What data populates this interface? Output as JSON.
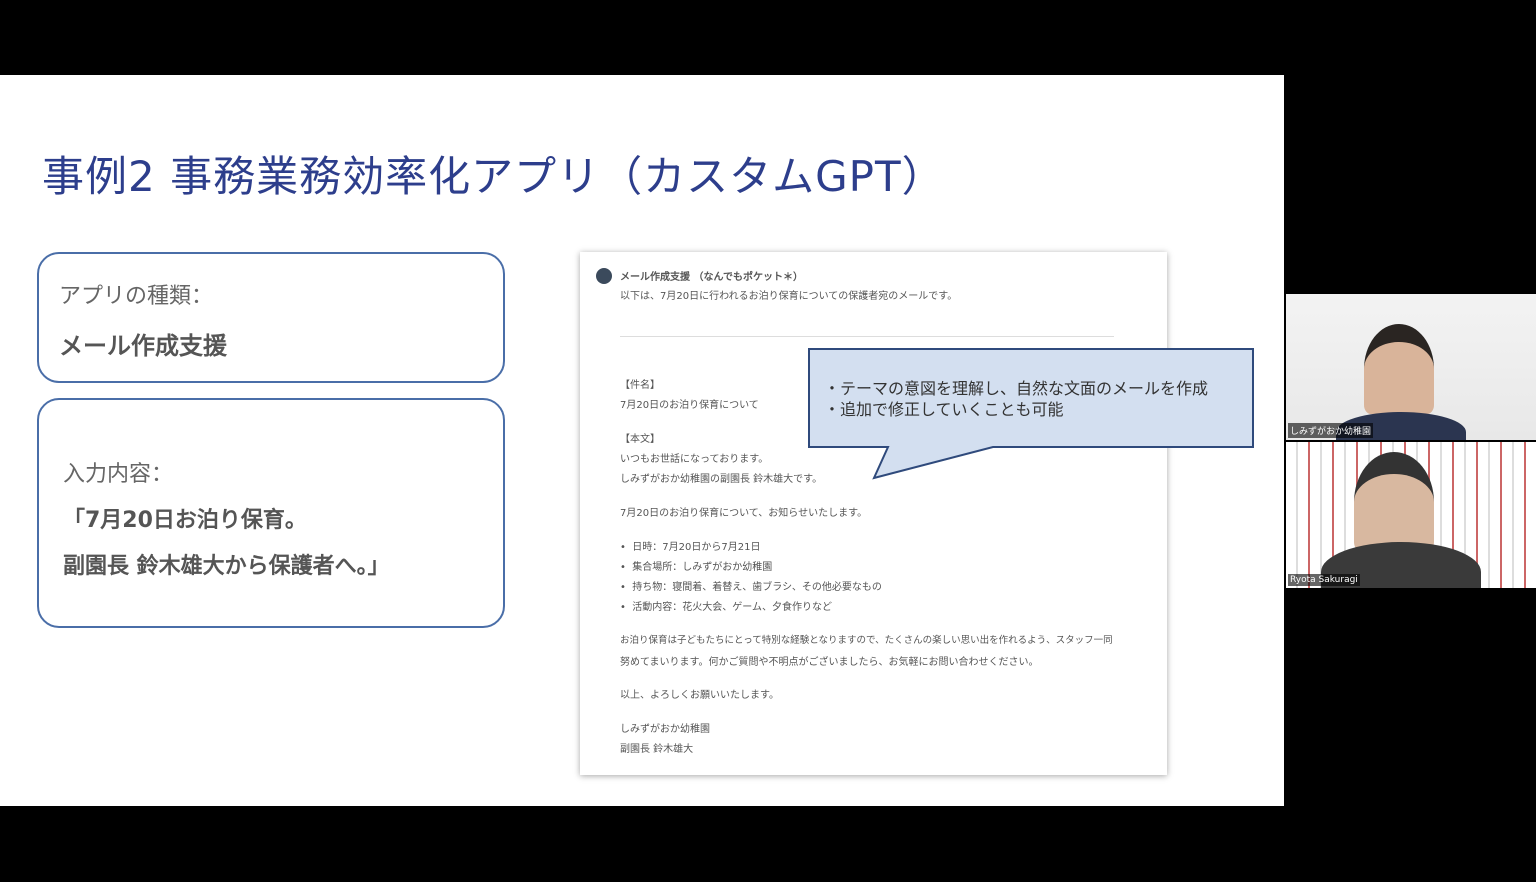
{
  "slide": {
    "title": "事例2 事務業務効率化アプリ（カスタムGPT）",
    "app_type_label": "アプリの種類：",
    "app_type_value": "メール作成支援",
    "input_label": "入力内容：",
    "input_value_line1": "「7月20日お泊り保育。",
    "input_value_line2": "副園長 鈴木雄大から保護者へ。」",
    "callout": [
      "・テーマの意図を理解し、自然な文面のメールを作成",
      "・追加で修正していくことも可能"
    ]
  },
  "email": {
    "sender": "メール作成支援 （なんでもポケット＊）",
    "intro": "以下は、7月20日に行われるお泊り保育についての保護者宛のメールです。",
    "subject_label": "【件名】",
    "subject": "7月20日のお泊り保育について",
    "body_label": "【本文】",
    "greeting1": "いつもお世話になっております。",
    "greeting2": "しみずがおか幼稚園の副園長 鈴木雄大です。",
    "notice": "7月20日のお泊り保育について、お知らせいたします。",
    "bullets": [
      "日時：7月20日から7月21日",
      "集合場所：しみずがおか幼稚園",
      "持ち物：寝間着、着替え、歯ブラシ、その他必要なもの",
      "活動内容：花火大会、ゲーム、夕食作りなど"
    ],
    "para1": "お泊り保育は子どもたちにとって特別な経験となりますので、たくさんの楽しい思い出を作れるよう、スタッフ一同",
    "para2": "努めてまいります。何かご質問や不明点がございましたら、お気軽にお問い合わせください。",
    "closing": "以上、よろしくお願いいたします。",
    "sig1": "しみずがおか幼稚園",
    "sig2": "副園長 鈴木雄大"
  },
  "participants": [
    {
      "name": "しみずがおか幼稚園"
    },
    {
      "name": "Ryota Sakuragi"
    }
  ]
}
